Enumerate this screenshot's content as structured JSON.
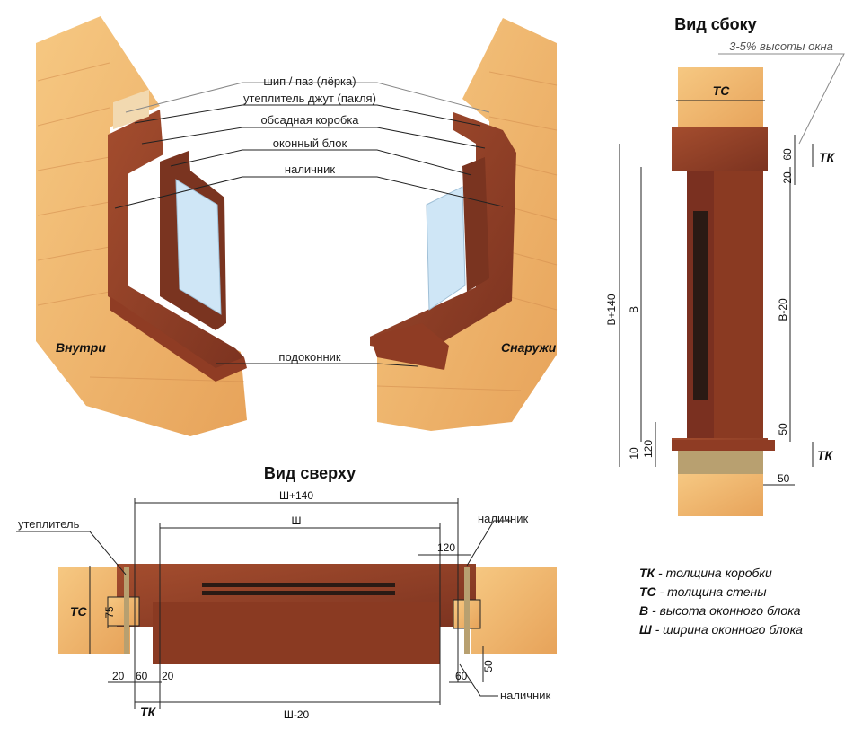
{
  "colors": {
    "wood": "#f1b66e",
    "wood_dark": "#d98b45",
    "casing": "#8a3a22",
    "casing_light": "#a44d2e",
    "glass": "#cfe6f6",
    "insulation": "#b8a070"
  },
  "callouts": {
    "tenon_groove": "шип / паз (лёрка)",
    "insulation_jute": "утеплитель джут (пакля)",
    "casing_box": "обсадная коробка",
    "window_unit": "оконный блок",
    "trim": "наличник",
    "windowsill": "подоконник",
    "inside": "Внутри",
    "outside": "Снаружи"
  },
  "side_view": {
    "title": "Вид сбоку",
    "note": "3-5% высоты окна",
    "tc": "ТС",
    "dim_60": "60",
    "tk_top": "ТК",
    "dim_20": "20",
    "b_plus_140": "В+140",
    "b": "В",
    "b_minus_20": "В-20",
    "dim_50_right": "50",
    "tk_bottom": "ТК",
    "dim_10": "10",
    "dim_120": "120",
    "dim_50_bottom": "50"
  },
  "top_view": {
    "title": "Вид сверху",
    "w_plus_140": "Ш+140",
    "w": "Ш",
    "insulation": "утеплитель",
    "trim_top": "наличник",
    "dim_120": "120",
    "tc": "ТС",
    "dim_75": "75",
    "dim_20a": "20",
    "dim_60a": "60",
    "dim_20b": "20",
    "tk": "ТК",
    "w_minus_20": "Ш-20",
    "dim_60b": "60",
    "dim_50": "50",
    "trim_bottom": "наличник"
  },
  "legend": [
    {
      "key": "ТК",
      "text": " - толщина коробки"
    },
    {
      "key": "ТС",
      "text": " - толщина стены"
    },
    {
      "key": "В",
      "text": " - высота оконного блока"
    },
    {
      "key": "Ш",
      "text": " - ширина оконного блока"
    }
  ]
}
